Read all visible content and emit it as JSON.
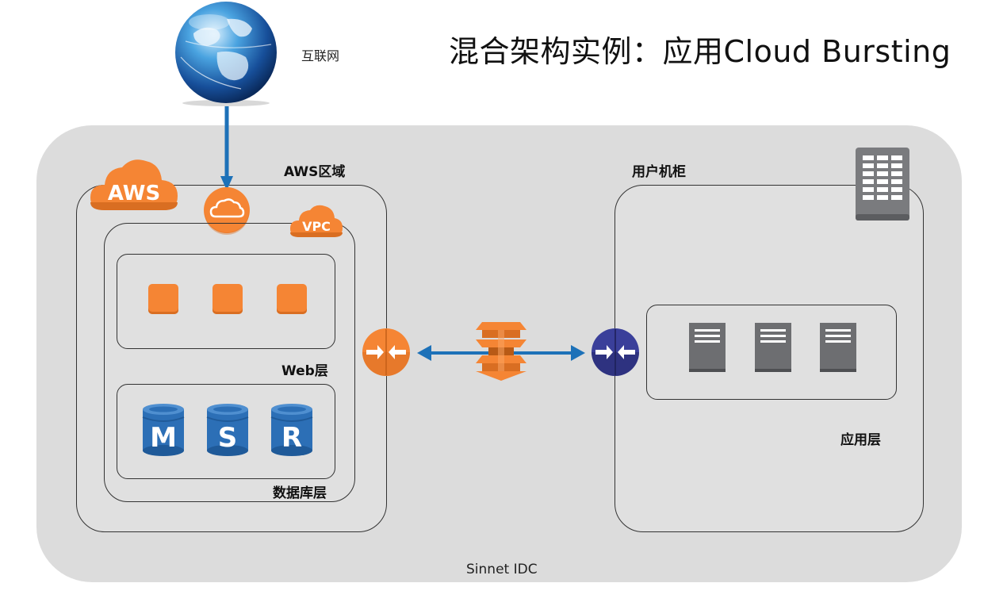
{
  "title": "混合架构实例：应用Cloud Bursting",
  "internet": {
    "label": "互联网"
  },
  "aws_region": {
    "label": "AWS区域",
    "badge": "AWS"
  },
  "vpc": {
    "badge": "VPC"
  },
  "web_tier": {
    "label": "Web层",
    "instance_count": 3
  },
  "db_tier": {
    "label": "数据库层",
    "databases": [
      "M",
      "S",
      "R"
    ]
  },
  "customer_rack": {
    "label": "用户机柜"
  },
  "app_tier": {
    "label": "应用层",
    "server_count": 3
  },
  "idc": {
    "label": "Sinnet IDC"
  },
  "colors": {
    "aws_orange": "#f58534",
    "db_blue": "#2c6fb6",
    "link_blue": "#1d71b8",
    "router_navy": "#3a3f9a",
    "server_gray": "#6d6e71"
  },
  "icons": [
    "globe-icon",
    "aws-cloud-icon",
    "internet-gateway-icon",
    "vpc-cloud-icon",
    "ec2-instance-icon",
    "rds-database-icon",
    "vpn-gateway-icon",
    "direct-connect-icon",
    "customer-gateway-icon",
    "server-icon",
    "rack-icon"
  ]
}
